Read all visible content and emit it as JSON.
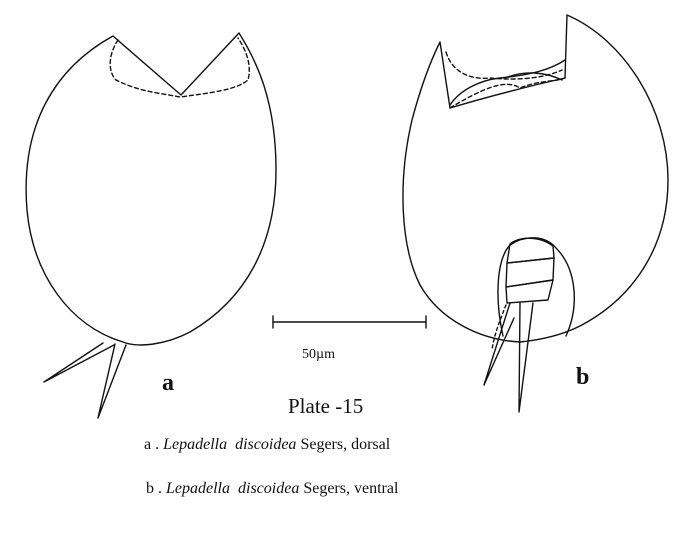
{
  "figure": {
    "labels": {
      "a": "a",
      "b": "b"
    },
    "scale_bar": {
      "label": "50µm"
    },
    "plate_title": "Plate -15",
    "captions": [
      {
        "prefix": "a . ",
        "genus": "Lepadella",
        "species": "discoidea",
        "suffix": " Segers, dorsal"
      },
      {
        "prefix": "b . ",
        "genus": "Lepadella",
        "species": "discoidea",
        "suffix": " Segers, ventral"
      }
    ]
  }
}
